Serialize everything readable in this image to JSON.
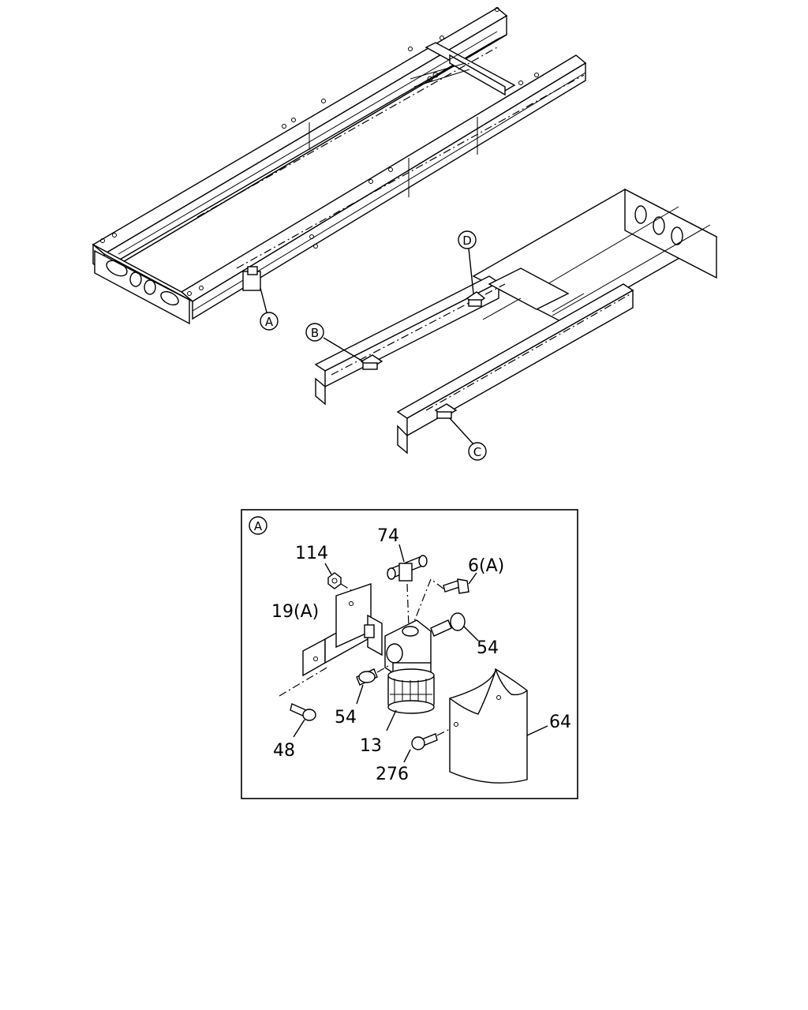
{
  "callouts": {
    "a": "A",
    "b": "B",
    "c": "C",
    "d": "D"
  },
  "detail": {
    "marker": "A",
    "parts": {
      "p74": "74",
      "p114": "114",
      "p6a": "6(A)",
      "p19a": "19(A)",
      "p54_right": "54",
      "p54_left": "54",
      "p64": "64",
      "p48": "48",
      "p13": "13",
      "p276": "276"
    }
  }
}
